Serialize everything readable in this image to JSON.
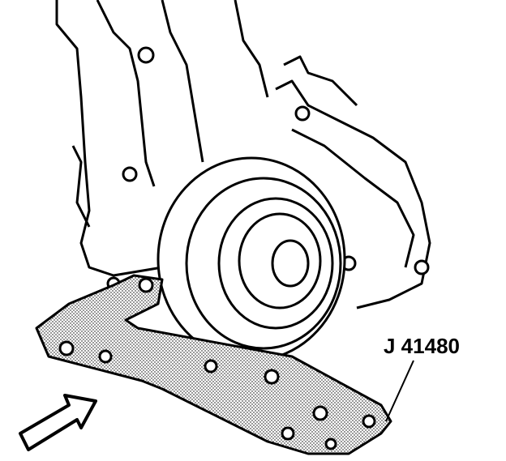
{
  "figure": {
    "callout_label": "J 41480",
    "icons": [
      "engine-block-illustration",
      "crankshaft-rear-seal-housing",
      "alignment-fixture-plate",
      "direction-arrow-icon"
    ],
    "colors": {
      "line": "#000000",
      "fill": "#ffffff",
      "stipple": "#000000"
    }
  }
}
